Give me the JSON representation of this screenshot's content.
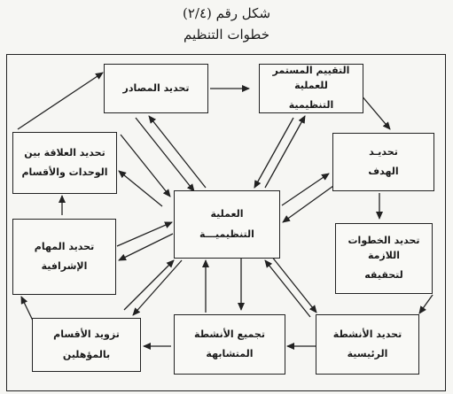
{
  "figure": {
    "label": "شكل رقم (٢/٤)",
    "title": "خطوات التنظيم"
  },
  "nodes": {
    "resources": {
      "line1": "تحديد المصادر",
      "line2": ""
    },
    "evaluation": {
      "line1": "التقييم المستمر للعملية",
      "line2": "التنظيمية"
    },
    "goal": {
      "line1": "تحديـد",
      "line2": "الهدف"
    },
    "steps": {
      "line1": "تحديد الخطوات اللازمة",
      "line2": "لتحقيقه"
    },
    "activities": {
      "line1": "تحديد الأنشطة",
      "line2": "الرئيسية"
    },
    "grouping": {
      "line1": "تجميع الأنشطة",
      "line2": "المتشابهة"
    },
    "staffing": {
      "line1": "تزويد الأقسام",
      "line2": "بالمؤهلين"
    },
    "supervisory": {
      "line1": "تحديد المهام",
      "line2": "الإشرافية"
    },
    "relations": {
      "line1": "تحديد العلاقة بين",
      "line2": "الوحدات والأقسام"
    },
    "process": {
      "line1": "العملية",
      "line2": "التنظيميـــة"
    }
  }
}
